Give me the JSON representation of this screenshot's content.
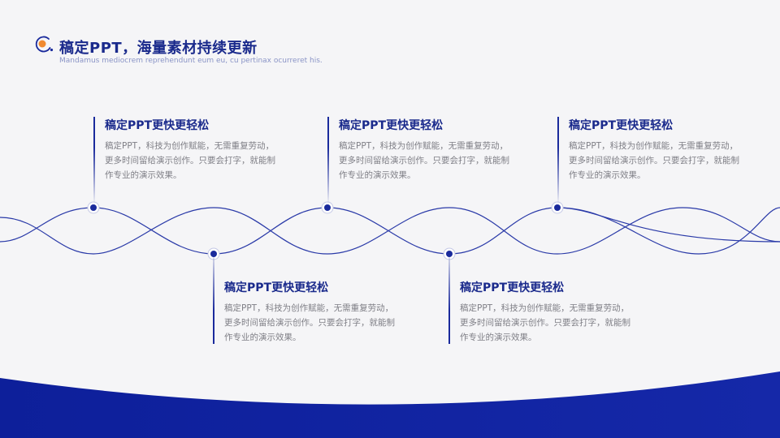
{
  "header": {
    "title": "稿定PPT，海量素材持续更新",
    "subtitle": "Mandamus mediocrem reprehendunt eum eu, cu pertinax ocurreret his."
  },
  "items": [
    {
      "title": "稿定PPT更快更轻松",
      "text": "稿定PPT，科技为创作赋能，无需重复劳动，更多时间留给演示创作。只要会打字，就能制作专业的演示效果。"
    },
    {
      "title": "稿定PPT更快更轻松",
      "text": "稿定PPT，科技为创作赋能，无需重复劳动，更多时间留给演示创作。只要会打字，就能制作专业的演示效果。"
    },
    {
      "title": "稿定PPT更快更轻松",
      "text": "稿定PPT，科技为创作赋能，无需重复劳动，更多时间留给演示创作。只要会打字，就能制作专业的演示效果。"
    },
    {
      "title": "稿定PPT更快更轻松",
      "text": "稿定PPT，科技为创作赋能，无需重复劳动，更多时间留给演示创作。只要会打字，就能制作专业的演示效果。"
    },
    {
      "title": "稿定PPT更快更轻松",
      "text": "稿定PPT，科技为创作赋能，无需重复劳动，更多时间留给演示创作。只要会打字，就能制作专业的演示效果。"
    }
  ],
  "colors": {
    "primary": "#1a2a9c",
    "accent": "#f08a30",
    "background": "#f5f5f7",
    "text_muted": "#7f7f86"
  }
}
